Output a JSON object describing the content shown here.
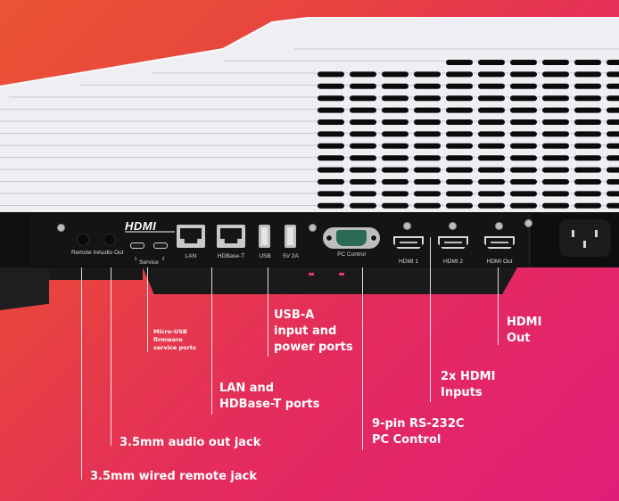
{
  "colors": {
    "background_start": "#ea5434",
    "background_end": "#e01e78",
    "projector_body": "#f1f1f5",
    "panel": "#121212",
    "label_text": "#ffffff",
    "led": "#e83a64"
  },
  "panel": {
    "logo": "HDMI",
    "ports": {
      "remote_in": "Remote In",
      "audio_out": "Audio Out",
      "service": "Service",
      "service_1": "1",
      "service_2": "2",
      "lan": "LAN",
      "hdbaset": "HDBase-T",
      "usb": "USB",
      "usb_power": "5V 2A",
      "pc_control": "PC Control",
      "hdmi1": "HDMI 1",
      "hdmi2": "HDMI 2",
      "hdmi_out": "HDMI Out"
    }
  },
  "callouts": {
    "micro_usb": [
      "Micro-USB",
      "firmware",
      "service ports"
    ],
    "usb_a": [
      "USB-A",
      "input and",
      "power ports"
    ],
    "lan": [
      "LAN and",
      "HDBase-T ports"
    ],
    "hdmi_out": [
      "HDMI",
      "Out"
    ],
    "hdmi_in": [
      "2x HDMI",
      "Inputs"
    ],
    "rs232": [
      "9-pin RS-232C",
      "PC Control"
    ],
    "audio_out": [
      "3.5mm audio out jack"
    ],
    "remote": [
      "3.5mm wired remote jack"
    ]
  }
}
